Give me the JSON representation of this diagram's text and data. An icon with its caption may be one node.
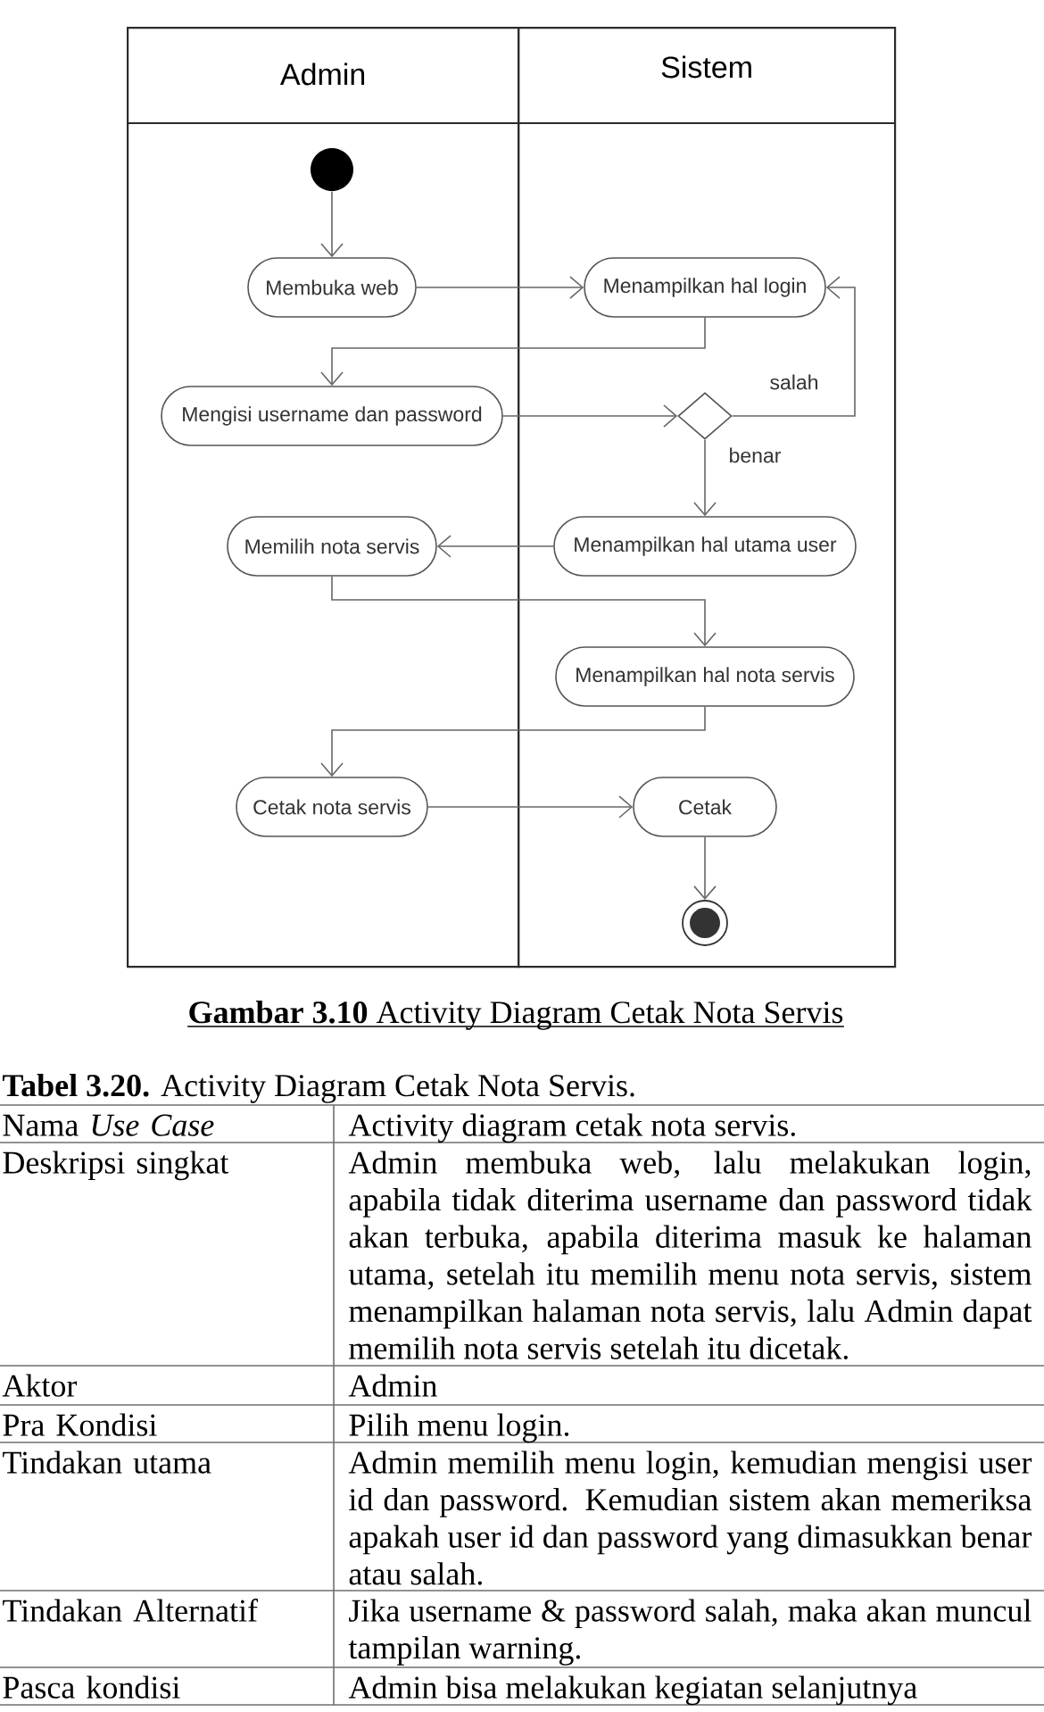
{
  "diagram": {
    "caption": "**Gambar 3.10** Activity Diagram Cetak Nota Servis",
    "nodes": [
      {
        "text": [
          "Admin"
        ]
      },
      {
        "text": [
          "Sistem"
        ]
      },
      {
        "text": [],
        "shape": "circle",
        "in": 0
      },
      {
        "text": [
          "Membuka web"
        ],
        "in": 0
      },
      {
        "text": [
          "Menampilkan hal login"
        ],
        "in": 1
      },
      {
        "text": [
          "Mengisi username dan password"
        ],
        "in": 0
      },
      {
        "text": [],
        "shape": "diamond",
        "in": 1
      },
      {
        "text": [
          "Memilih nota servis"
        ],
        "in": 0
      },
      {
        "text": [
          "Menampilkan hal utama user"
        ],
        "in": 1
      },
      {
        "text": [
          "Menampilkan hal nota servis"
        ],
        "in": 1
      },
      {
        "text": [
          "Cetak nota servis"
        ],
        "in": 0
      },
      {
        "text": [
          "Cetak"
        ],
        "in": 1
      },
      {
        "text": [],
        "shape": "circle",
        "in": 1
      }
    ],
    "edges": [
      {
        "from": 2,
        "to": 3,
        "arrow": "to"
      },
      {
        "from": 3,
        "to": 4,
        "arrow": "to"
      },
      {
        "from": 4,
        "to": 5,
        "arrow": "to"
      },
      {
        "from": 5,
        "to": 6,
        "arrow": "to"
      },
      {
        "from": 6,
        "to": 4,
        "arrow": "to",
        "label": "salah"
      },
      {
        "from": 6,
        "to": 8,
        "arrow": "to",
        "label": "benar"
      },
      {
        "from": 8,
        "to": 7,
        "arrow": "to"
      },
      {
        "from": 7,
        "to": 9,
        "arrow": "to"
      },
      {
        "from": 9,
        "to": 10,
        "arrow": "to"
      },
      {
        "from": 10,
        "to": 11,
        "arrow": "to"
      },
      {
        "from": 11,
        "to": 12,
        "arrow": "to"
      }
    ],
    "labels": [
      "**Tabel 3.20.** Activity Diagram Cetak Nota Servis.",
      "Nama *Use Case*",
      "Activity diagram cetak nota servis.",
      "Deskripsi singkat",
      "Admin membuka web, lalu melakukan login, apabila tidak diterima username dan password tidak akan terbuka, apabila diterima masuk ke halaman utama, setelah itu memilih menu nota servis, sistem menampilkan halaman nota servis, lalu Admin dapat memilih nota servis setelah itu dicetak.",
      "Aktor",
      "Admin",
      "Pra Kondisi",
      "Pilih menu login.",
      "Tindakan utama",
      "Admin memilih menu login, kemudian mengisi user id dan password. Kemudian sistem akan memeriksa apakah user id dan password yang dimasukkan benar atau salah.",
      "Tindakan Alternatif",
      "Jika username & password salah, maka akan muncul tampilan warning.",
      "Pasca kondisi",
      "Admin bisa melakukan kegiatan selanjutnya"
    ]
  }
}
